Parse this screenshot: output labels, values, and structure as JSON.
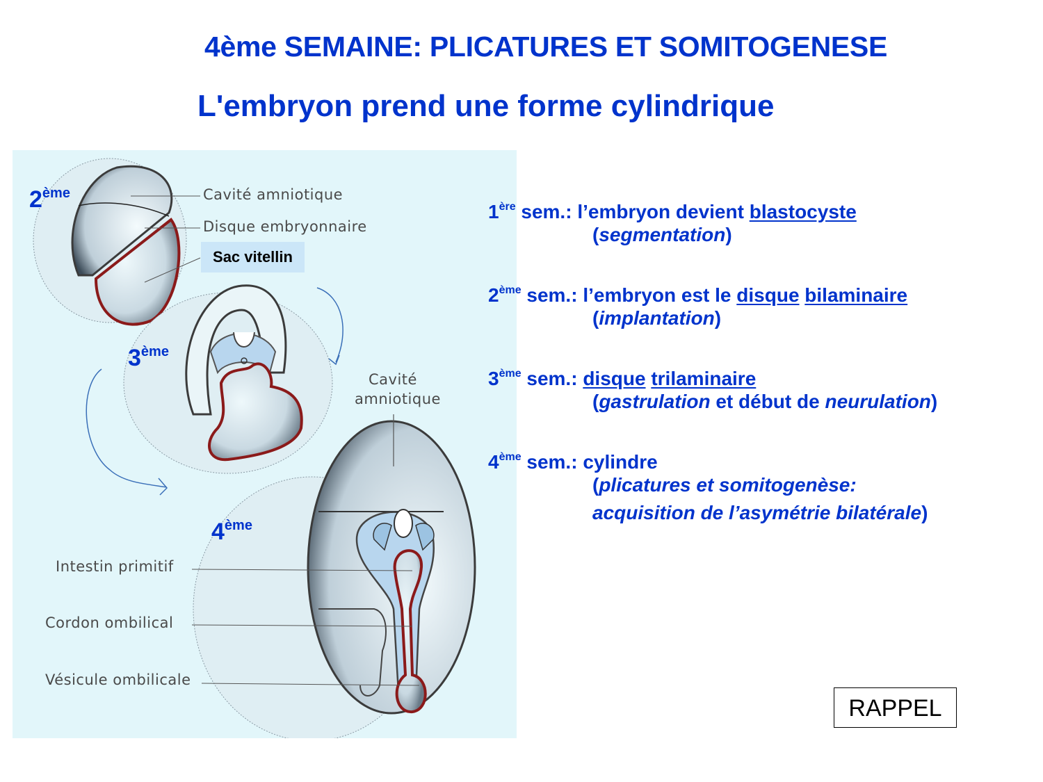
{
  "slide": {
    "title": "4ème SEMAINE: PLICATURES ET SOMITOGENESE",
    "subtitle": "L'embryon prend une forme cylindrique",
    "colors": {
      "title_blue": "#0033cc",
      "panel_background": "#e2f6fa",
      "membrane_red": "#8b1a1a",
      "embryo_blue": "#b8d6ee"
    }
  },
  "figure": {
    "week_labels": [
      {
        "num": "2",
        "sup": "ème"
      },
      {
        "num": "3",
        "sup": "ème"
      },
      {
        "num": "4",
        "sup": "ème"
      }
    ],
    "labels": {
      "cavite_amniotique_top": "Cavité  amniotique",
      "disque_embryonnaire": "Disque  embryonnaire",
      "sac_vitellin": "Sac vitellin",
      "cavite_amniotique_mid_1": "Cavité",
      "cavite_amniotique_mid_2": "amniotique",
      "intestin_primitif": "Intestin primitif",
      "cordon_ombilical": "Cordon ombilical",
      "vesicule_ombilicale": "Vésicule ombilicale"
    }
  },
  "recap": [
    {
      "num": "1",
      "sup": "ère",
      "prefix": " sem.: l’embryon devient ",
      "underlined": [
        "blastocyste"
      ],
      "line2_open": "(",
      "line2_italic": "segmentation",
      "line2_close": ")"
    },
    {
      "num": "2",
      "sup": "ème",
      "prefix": " sem.: l’embryon est le ",
      "underlined": [
        "disque",
        "bilaminaire"
      ],
      "line2_open": "(",
      "line2_italic": "implantation",
      "line2_close": ")"
    },
    {
      "num": "3",
      "sup": "ème",
      "prefix": " sem.: ",
      "underlined": [
        "disque",
        "trilaminaire"
      ],
      "line2_open": "(",
      "line2_italic": "gastrulation",
      "line2_mid": " et début de ",
      "line2_italic2": "neurulation",
      "line2_close": ")"
    },
    {
      "num": "4",
      "sup": "ème",
      "prefix": " sem.: cylindre",
      "line2_open": "(",
      "line2_italic": "plicatures et somitogenèse:",
      "line3_italic": "acquisition de l’asymétrie bilatérale",
      "line3_close": ")"
    }
  ],
  "rappel": {
    "label": "RAPPEL"
  }
}
